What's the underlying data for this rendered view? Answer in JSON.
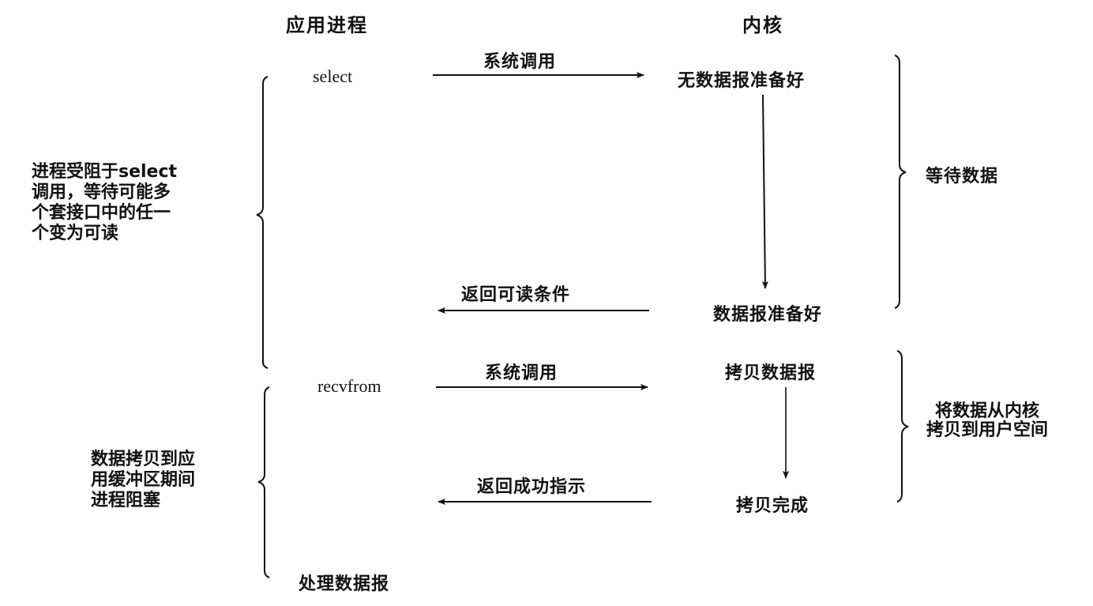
{
  "columns": {
    "app_process": "应用进程",
    "kernel": "内核"
  },
  "phase1": {
    "app_call": "select",
    "syscall_label": "系统调用",
    "kernel_state_start": "无数据报准备好",
    "kernel_state_end": "数据报准备好",
    "return_label": "返回可读条件",
    "kernel_phase_label": "等待数据",
    "app_blocked_note": "进程受阻于select\n调用，等待可能多\n个套接口中的任一\n个变为可读"
  },
  "phase2": {
    "app_call": "recvfrom",
    "syscall_label": "系统调用",
    "kernel_state_start": "拷贝数据报",
    "kernel_state_end": "拷贝完成",
    "return_label": "返回成功指示",
    "kernel_phase_label": "将数据从内核\n拷贝到用户空间",
    "app_blocked_note": "数据拷贝到应\n用缓冲区期间\n进程阻塞",
    "app_final_step": "处理数据报"
  },
  "colors": {
    "ink": "#111111",
    "background": "#ffffff"
  }
}
